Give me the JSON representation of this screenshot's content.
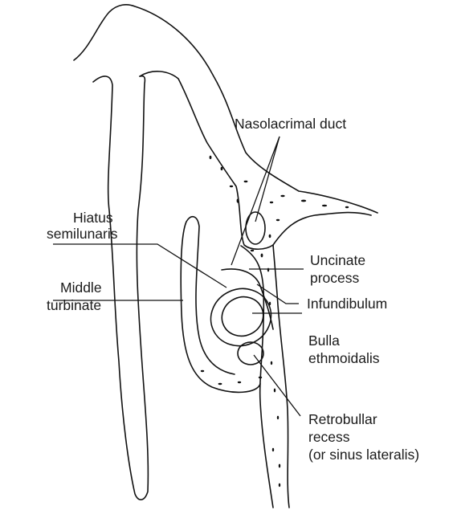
{
  "diagram": {
    "labels": {
      "nasolacrimal_duct": "Nasolacrimal duct",
      "hiatus_semilunaris": [
        "Hiatus",
        "semilunaris"
      ],
      "middle_turbinate": [
        "Middle",
        "turbinate"
      ],
      "uncinate_process": [
        "Uncinate",
        "process"
      ],
      "infundibulum": "Infundibulum",
      "bulla_ethmoidalis": [
        "Bulla",
        "ethmoidalis"
      ],
      "retrobullar_recess": [
        "Retrobullar",
        "recess",
        "(or sinus lateralis)"
      ]
    }
  }
}
